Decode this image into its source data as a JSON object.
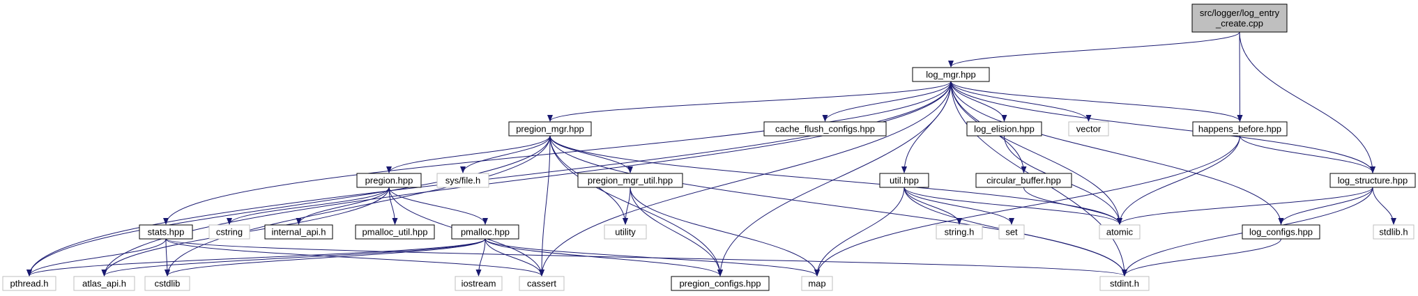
{
  "title": "",
  "colors": {
    "edge": "#191970",
    "root_fill": "#bfbfbf",
    "node_border": "#000000",
    "external_border": "#bfbfbf",
    "background": "#ffffff"
  },
  "nodes": [
    {
      "id": "root",
      "lines": [
        "src/logger/log_entry",
        "_create.cpp"
      ],
      "kind": "root"
    },
    {
      "id": "log_mgr",
      "lines": [
        "log_mgr.hpp"
      ],
      "kind": "local"
    },
    {
      "id": "pregion_mgr",
      "lines": [
        "pregion_mgr.hpp"
      ],
      "kind": "local"
    },
    {
      "id": "cache_flush",
      "lines": [
        "cache_flush_configs.hpp"
      ],
      "kind": "local"
    },
    {
      "id": "log_elision",
      "lines": [
        "log_elision.hpp"
      ],
      "kind": "local"
    },
    {
      "id": "vector",
      "lines": [
        "vector"
      ],
      "kind": "external"
    },
    {
      "id": "happens_before",
      "lines": [
        "happens_before.hpp"
      ],
      "kind": "local"
    },
    {
      "id": "pregion",
      "lines": [
        "pregion.hpp"
      ],
      "kind": "local"
    },
    {
      "id": "sysfile",
      "lines": [
        "sys/file.h"
      ],
      "kind": "external"
    },
    {
      "id": "pregion_mgr_util",
      "lines": [
        "pregion_mgr_util.hpp"
      ],
      "kind": "local"
    },
    {
      "id": "util",
      "lines": [
        "util.hpp"
      ],
      "kind": "local"
    },
    {
      "id": "circular_buffer",
      "lines": [
        "circular_buffer.hpp"
      ],
      "kind": "local"
    },
    {
      "id": "log_structure",
      "lines": [
        "log_structure.hpp"
      ],
      "kind": "local"
    },
    {
      "id": "stats",
      "lines": [
        "stats.hpp"
      ],
      "kind": "local"
    },
    {
      "id": "cstring",
      "lines": [
        "cstring"
      ],
      "kind": "external"
    },
    {
      "id": "internal_api",
      "lines": [
        "internal_api.h"
      ],
      "kind": "local"
    },
    {
      "id": "pmalloc_util",
      "lines": [
        "pmalloc_util.hpp"
      ],
      "kind": "local"
    },
    {
      "id": "pmalloc",
      "lines": [
        "pmalloc.hpp"
      ],
      "kind": "local"
    },
    {
      "id": "utility",
      "lines": [
        "utility"
      ],
      "kind": "external"
    },
    {
      "id": "stringh",
      "lines": [
        "string.h"
      ],
      "kind": "external"
    },
    {
      "id": "set",
      "lines": [
        "set"
      ],
      "kind": "external"
    },
    {
      "id": "atomic",
      "lines": [
        "atomic"
      ],
      "kind": "external"
    },
    {
      "id": "log_configs",
      "lines": [
        "log_configs.hpp"
      ],
      "kind": "local"
    },
    {
      "id": "stdlib",
      "lines": [
        "stdlib.h"
      ],
      "kind": "external"
    },
    {
      "id": "pthread",
      "lines": [
        "pthread.h"
      ],
      "kind": "external"
    },
    {
      "id": "atlas_api",
      "lines": [
        "atlas_api.h"
      ],
      "kind": "external"
    },
    {
      "id": "cstdlib",
      "lines": [
        "cstdlib"
      ],
      "kind": "external"
    },
    {
      "id": "iostream",
      "lines": [
        "iostream"
      ],
      "kind": "external"
    },
    {
      "id": "cassert",
      "lines": [
        "cassert"
      ],
      "kind": "external"
    },
    {
      "id": "pregion_configs",
      "lines": [
        "pregion_configs.hpp"
      ],
      "kind": "local"
    },
    {
      "id": "map",
      "lines": [
        "map"
      ],
      "kind": "external"
    },
    {
      "id": "stdint",
      "lines": [
        "stdint.h"
      ],
      "kind": "external"
    }
  ],
  "edges": [
    [
      "root",
      "log_mgr"
    ],
    [
      "root",
      "happens_before"
    ],
    [
      "root",
      "log_structure"
    ],
    [
      "log_mgr",
      "pregion_mgr"
    ],
    [
      "log_mgr",
      "cache_flush"
    ],
    [
      "log_mgr",
      "log_elision"
    ],
    [
      "log_mgr",
      "vector"
    ],
    [
      "log_mgr",
      "happens_before"
    ],
    [
      "log_mgr",
      "log_structure"
    ],
    [
      "log_mgr",
      "util"
    ],
    [
      "log_mgr",
      "circular_buffer"
    ],
    [
      "log_mgr",
      "atomic"
    ],
    [
      "log_mgr",
      "log_configs"
    ],
    [
      "log_mgr",
      "stats"
    ],
    [
      "log_mgr",
      "pthread"
    ],
    [
      "log_mgr",
      "atlas_api"
    ],
    [
      "log_mgr",
      "cassert"
    ],
    [
      "log_mgr",
      "pregion_configs"
    ],
    [
      "log_mgr",
      "stdint"
    ],
    [
      "pregion_mgr",
      "pregion"
    ],
    [
      "pregion_mgr",
      "sysfile"
    ],
    [
      "pregion_mgr",
      "pregion_mgr_util"
    ],
    [
      "pregion_mgr",
      "utility"
    ],
    [
      "pregion_mgr",
      "cassert"
    ],
    [
      "pregion_mgr",
      "pregion_configs"
    ],
    [
      "pregion_mgr",
      "atomic"
    ],
    [
      "pregion_mgr",
      "stdint"
    ],
    [
      "pregion_mgr",
      "pthread"
    ],
    [
      "pregion_mgr",
      "cstdlib"
    ],
    [
      "pregion",
      "cstring"
    ],
    [
      "pregion",
      "internal_api"
    ],
    [
      "pregion",
      "pmalloc_util"
    ],
    [
      "pregion",
      "pmalloc"
    ],
    [
      "pregion",
      "atlas_api"
    ],
    [
      "pregion",
      "cassert"
    ],
    [
      "pregion_mgr_util",
      "utility"
    ],
    [
      "pregion_mgr_util",
      "pregion_configs"
    ],
    [
      "pregion_mgr_util",
      "map"
    ],
    [
      "util",
      "stringh"
    ],
    [
      "util",
      "set"
    ],
    [
      "util",
      "map"
    ],
    [
      "util",
      "stdint"
    ],
    [
      "util",
      "atomic"
    ],
    [
      "circular_buffer",
      "atomic"
    ],
    [
      "log_elision",
      "atomic"
    ],
    [
      "happens_before",
      "log_structure"
    ],
    [
      "happens_before",
      "atomic"
    ],
    [
      "happens_before",
      "map"
    ],
    [
      "log_structure",
      "atomic"
    ],
    [
      "log_structure",
      "log_configs"
    ],
    [
      "log_structure",
      "stdlib"
    ],
    [
      "log_structure",
      "stdint"
    ],
    [
      "log_configs",
      "stdint"
    ],
    [
      "stats",
      "pthread"
    ],
    [
      "stats",
      "cstdlib"
    ],
    [
      "stats",
      "cassert"
    ],
    [
      "stats",
      "stdint"
    ],
    [
      "pmalloc",
      "pthread"
    ],
    [
      "pmalloc",
      "atlas_api"
    ],
    [
      "pmalloc",
      "cstdlib"
    ],
    [
      "pmalloc",
      "iostream"
    ],
    [
      "pmalloc",
      "cassert"
    ],
    [
      "pmalloc",
      "pregion_configs"
    ],
    [
      "pmalloc",
      "map"
    ]
  ]
}
